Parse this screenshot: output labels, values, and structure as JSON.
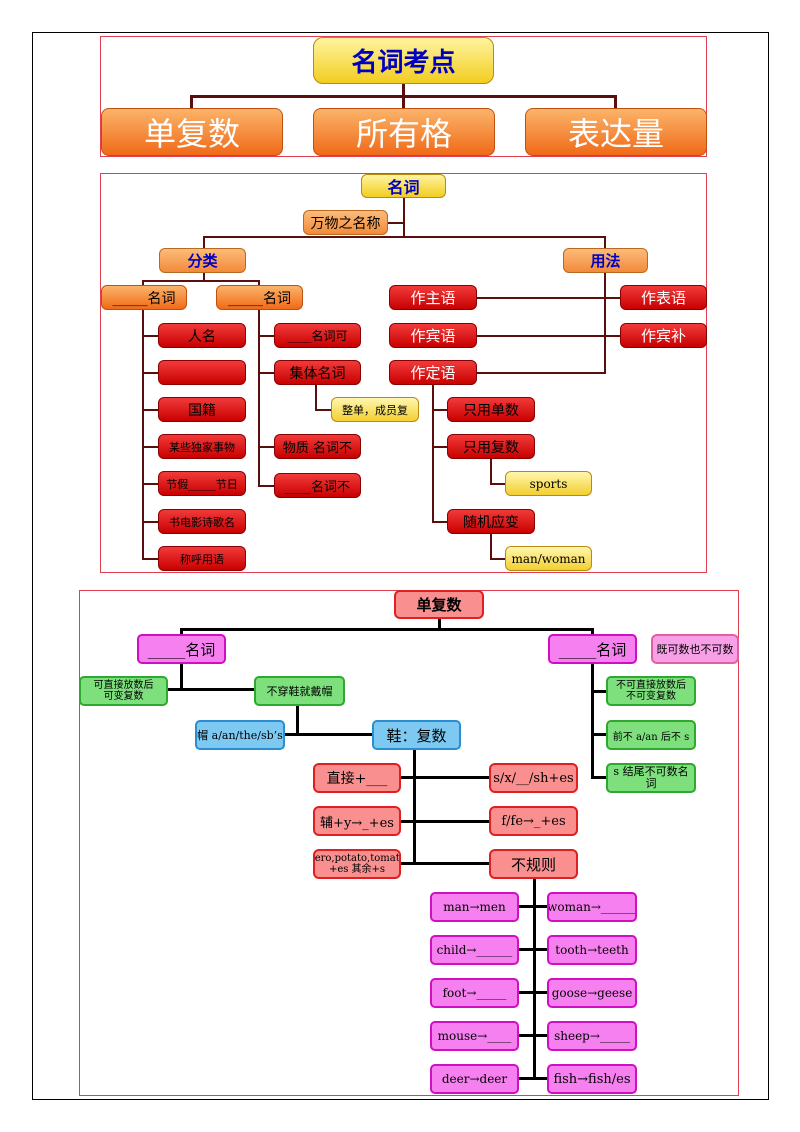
{
  "panel1": {
    "title": "名词考点",
    "items": [
      "单复数",
      "所有格",
      "表达量"
    ]
  },
  "panel2": {
    "root": "名词",
    "sub": "万物之名称",
    "fenlei": "分类",
    "yongfa": "用法",
    "left_noun": "_____名词",
    "right_noun": "_____名词",
    "left_items": [
      "人名",
      "",
      "国籍",
      "某些独家事物",
      "节假_____节日",
      "书电影诗歌名",
      "称呼用语"
    ],
    "right_items": [
      "____名词可",
      "集体名词",
      "物质 名词不",
      "____名词不"
    ],
    "zhengdan": "整单，成员复",
    "usage_left": [
      "作主语",
      "作宾语",
      "作定语"
    ],
    "usage_right": [
      "作表语",
      "作宾补"
    ],
    "attr_items": [
      "只用单数",
      "只用复数",
      "随机应变"
    ],
    "sports": "sports",
    "manwoman": "man/woman"
  },
  "panel3": {
    "root": "单复数",
    "left_noun": "_____名词",
    "right_noun": "_____名词",
    "both": "既可数也不可数",
    "left_note": "可直接放数后\n可变复数",
    "hat_rule": "不穿鞋就戴帽",
    "hat": "帽 a/an/the/sb’s",
    "shoe": "鞋：复数",
    "right_notes": [
      "不可直接放数后\n不可变复数",
      "前不 a/an 后不 s",
      "s 结尾不可数名\n词"
    ],
    "rules_left": [
      "直接+___",
      "辅+y→_+es",
      "hero,potato,tomato\n+es 其余+s"
    ],
    "rules_right": [
      "s/x/__/sh+es",
      "f/fe→_+es",
      "不规则"
    ],
    "irregular_left": [
      "man→men",
      "child→______",
      "foot→_____",
      "mouse→____",
      "deer→deer"
    ],
    "irregular_right": [
      "woman→______",
      "tooth→teeth",
      "goose→geese",
      "sheep→_____",
      "fish→fish/es"
    ]
  },
  "colors": {
    "frame": "#e04050",
    "connector": "#5a0e0e",
    "orange": "#f06a18",
    "red": "#c80000",
    "yellow": "#f2cd20",
    "magenta": "#f780f0",
    "green": "#7de07d",
    "blue": "#7ec9f2"
  }
}
